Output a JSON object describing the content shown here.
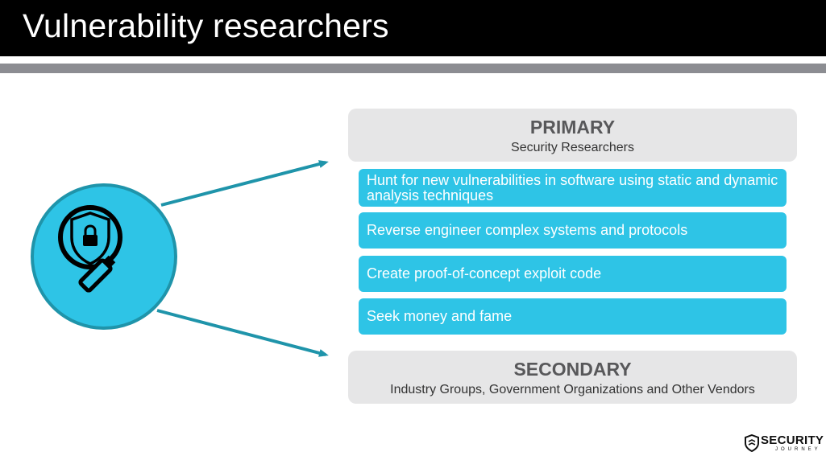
{
  "slide": {
    "title": "Vulnerability researchers"
  },
  "primary": {
    "title": "PRIMARY",
    "subtitle": "Security Researchers"
  },
  "tasks": [
    "Hunt for new vulnerabilities in software using static and dynamic analysis techniques",
    "Reverse engineer complex systems and protocols",
    "Create proof-of-concept exploit code",
    "Seek money and fame"
  ],
  "secondary": {
    "title": "SECONDARY",
    "subtitle": "Industry Groups, Government Organizations and Other Vendors"
  },
  "logo": {
    "word": "SECURITY",
    "sub": "JOURNEY"
  },
  "icons": {
    "central": "magnifier-shield-lock-icon",
    "logo": "shield-logo-icon"
  },
  "colors": {
    "accent": "#2ec4e6",
    "accent_dark": "#1f94aa",
    "header_bg": "#e6e6e7",
    "rule": "#8c8d92"
  }
}
